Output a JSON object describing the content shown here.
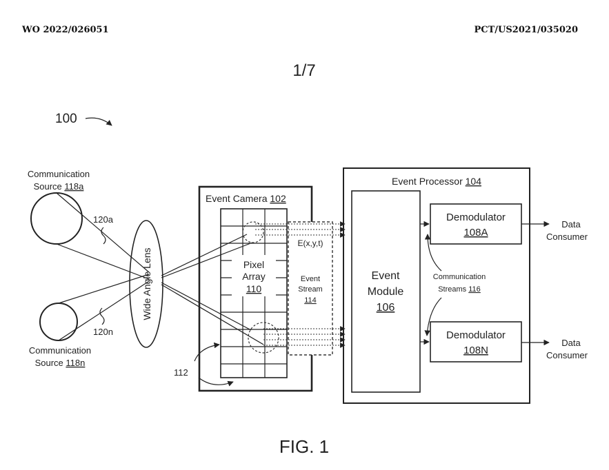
{
  "header": {
    "publication_number": "WO 2022/026051",
    "application_number": "PCT/US2021/035020"
  },
  "sheet": "1/7",
  "figure_ref": "100",
  "figure_caption": "FIG. 1",
  "sources": [
    {
      "label": "Communication",
      "label2": "Source",
      "ref": "118a",
      "beam_ref": "120a"
    },
    {
      "label": "Communication",
      "label2": "Source",
      "ref": "118n",
      "beam_ref": "120n"
    }
  ],
  "lens": {
    "label": "Wide Angle Lens"
  },
  "event_camera": {
    "label": "Event Camera",
    "ref": "102",
    "pixel_array": {
      "line1": "Pixel",
      "line2": "Array",
      "ref": "110"
    },
    "pixel_ref": "112"
  },
  "event_stream": {
    "formula": "E(x,y,t)",
    "line1": "Event",
    "line2": "Stream",
    "ref": "114"
  },
  "event_processor": {
    "label": "Event Processor",
    "ref": "104",
    "event_module": {
      "line1": "Event",
      "line2": "Module",
      "ref": "106"
    },
    "comm_streams": {
      "line1": "Communication",
      "line2": "Streams",
      "ref": "116"
    },
    "demodulators": [
      {
        "label": "Demodulator",
        "ref": "108A"
      },
      {
        "label": "Demodulator",
        "ref": "108N"
      }
    ]
  },
  "consumers": [
    {
      "line1": "Data",
      "line2": "Consumer"
    },
    {
      "line1": "Data",
      "line2": "Consumer"
    }
  ]
}
